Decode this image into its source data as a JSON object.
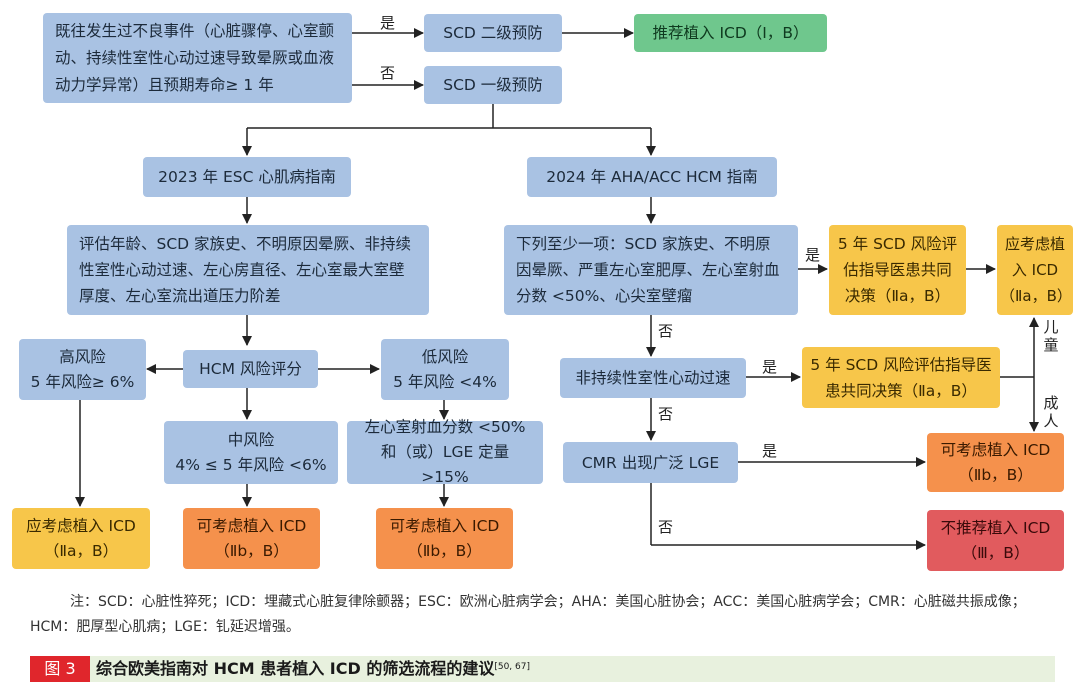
{
  "boxes": {
    "prior_event": "既往发生过不良事件（心脏骤停、心室颤动、持续性室性心动过速导致晕厥或血液动力学异常）且预期寿命≥ 1 年",
    "secondary": "SCD 二级预防",
    "primary": "SCD 一级预防",
    "recommend_icd": "推荐植入 ICD（Ⅰ，B）",
    "esc_2023": "2023 年 ESC 心肌病指南",
    "aha_2024": "2024 年 AHA/ACC HCM 指南",
    "esc_assess": "评估年龄、SCD 家族史、不明原因晕厥、非持续性室性心动过速、左心房直径、左心室最大室壁厚度、左心室流出道压力阶差",
    "aha_any": "下列至少一项：SCD 家族史、不明原因晕厥、严重左心室肥厚、左心室射血分数 <50%、心尖室壁瘤",
    "shared_5yr": "5 年 SCD 风险评估指导医患共同决策（Ⅱa，B）",
    "should_icd_right": "应考虑植入 ICD（Ⅱa，B）",
    "hcm_risk": "HCM 风险评分",
    "high_risk_t": "高风险",
    "high_risk_v": "5 年风险≥ 6%",
    "low_risk_t": "低风险",
    "low_risk_v": "5 年风险 <4%",
    "nsvt": "非持续性室性心动过速",
    "shared_5yr_2": "5 年 SCD 风险评估指导医患共同决策（Ⅱa，B）",
    "mid_risk_t": "中风险",
    "mid_risk_v": "4% ≤ 5 年风险 <6%",
    "lvef_lge_1": "左心室射血分数 <50%",
    "lvef_lge_2": "和（或）LGE 定量 >15%",
    "cmr": "CMR 出现广泛 LGE",
    "may_icd_right_1": "可考虑植入 ICD",
    "may_icd_right_2": "（Ⅱb，B）",
    "should_icd_left_1": "应考虑植入 ICD",
    "should_icd_left_2": "（Ⅱa，B）",
    "may_icd_mid_1": "可考虑植入 ICD",
    "may_icd_mid_2": "（Ⅱb，B）",
    "may_icd_low_1": "可考虑植入 ICD",
    "may_icd_low_2": "（Ⅱb，B）",
    "not_recommend_1": "不推荐植入 ICD",
    "not_recommend_2": "（Ⅲ，B）"
  },
  "labels": {
    "yes1": "是",
    "no1": "否",
    "yes2": "是",
    "no2": "否",
    "yes3": "是",
    "no3": "否",
    "yes4": "是",
    "no4": "否",
    "children": "儿童",
    "adults": "成人"
  },
  "note": "注：SCD：心脏性猝死；ICD：埋藏式心脏复律除颤器；ESC：欧洲心脏病学会；AHA：美国心脏协会；ACC：美国心脏病学会；CMR：心脏磁共振成像；HCM：肥厚型心肌病；LGE：钆延迟增强。",
  "caption": {
    "tag": "图 3",
    "title": "综合欧美指南对 HCM 患者植入 ICD 的筛选流程的建议",
    "refs": "[50, 67]"
  },
  "colors": {
    "blue": "#a9c2e3",
    "green": "#6fc78d",
    "yellow": "#f7c64a",
    "orange": "#f5914c",
    "red": "#e15b5e",
    "fig_tag": "#e0262c"
  }
}
